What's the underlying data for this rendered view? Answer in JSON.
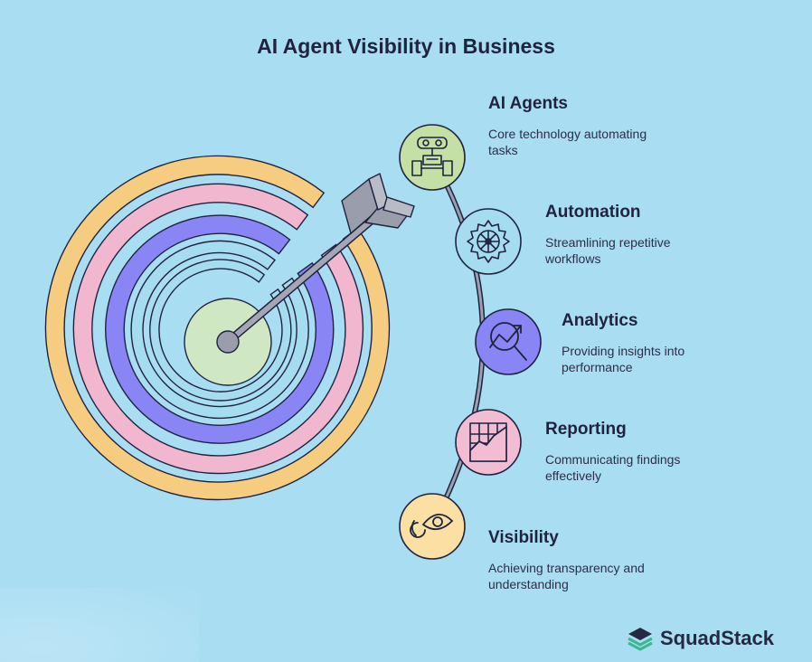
{
  "title": "AI Agent Visibility in Business",
  "items": [
    {
      "title": "AI Agents",
      "desc": "Core technology automating tasks",
      "icon": "robot-icon",
      "color": "#c5e0a5"
    },
    {
      "title": "Automation",
      "desc": "Streamlining repetitive workflows",
      "icon": "gear-icon",
      "color": "#a6dcef"
    },
    {
      "title": "Analytics",
      "desc": "Providing insights into performance",
      "icon": "analytics-magnifier-icon",
      "color": "#8a85f5"
    },
    {
      "title": "Reporting",
      "desc": "Communicating findings effectively",
      "icon": "chart-report-icon",
      "color": "#f2bcd2"
    },
    {
      "title": "Visibility",
      "desc": "Achieving transparency and understanding",
      "icon": "eye-icon",
      "color": "#fbdfa3"
    }
  ],
  "target_colors": {
    "outer": "#f6cd80",
    "pink": "#f0b7cf",
    "violet": "#8a85f5",
    "blue": "#a6dcef",
    "center": "#cfe8c3",
    "outline": "#1f2340"
  },
  "brand": {
    "name": "SquadStack",
    "color": "#3bb88f"
  }
}
